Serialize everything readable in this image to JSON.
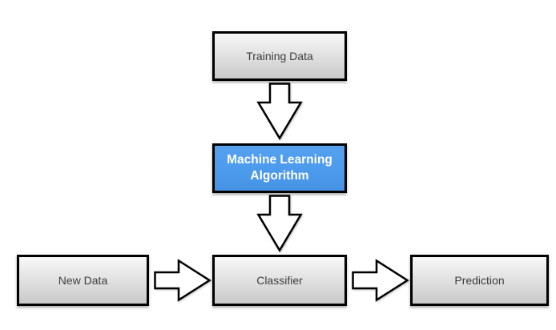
{
  "diagram": {
    "title": "Machine learning workflow diagram",
    "background_color": "#ffffff",
    "nodes": {
      "training_data": {
        "label": "Training Data",
        "style": "gray-gradient",
        "fill_top": "#f7f7f7",
        "fill_bottom": "#c9c9c9",
        "border_color": "#000000",
        "text_color": "#3d3d3d"
      },
      "ml_algorithm": {
        "label": "Machine Learning Algorithm",
        "lines": [
          "Machine Learning",
          "Algorithm"
        ],
        "style": "blue-highlight",
        "fill": "#4d9bed",
        "border_color": "#000000",
        "text_color": "#ffffff"
      },
      "new_data": {
        "label": "New Data",
        "style": "gray-gradient",
        "fill_top": "#f7f7f7",
        "fill_bottom": "#c9c9c9",
        "border_color": "#000000",
        "text_color": "#3d3d3d"
      },
      "classifier": {
        "label": "Classifier",
        "style": "gray-gradient",
        "fill_top": "#f7f7f7",
        "fill_bottom": "#c9c9c9",
        "border_color": "#000000",
        "text_color": "#3d3d3d"
      },
      "prediction": {
        "label": "Prediction",
        "style": "gray-gradient",
        "fill_top": "#f7f7f7",
        "fill_bottom": "#c9c9c9",
        "border_color": "#000000",
        "text_color": "#3d3d3d"
      }
    },
    "arrows": [
      {
        "name": "training-data-to-ml-algorithm",
        "direction": "down",
        "style": "hollow-block"
      },
      {
        "name": "ml-algorithm-to-classifier",
        "direction": "down",
        "style": "hollow-block"
      },
      {
        "name": "new-data-to-classifier",
        "direction": "right",
        "style": "hollow-block"
      },
      {
        "name": "classifier-to-prediction",
        "direction": "right",
        "style": "hollow-block"
      }
    ]
  }
}
